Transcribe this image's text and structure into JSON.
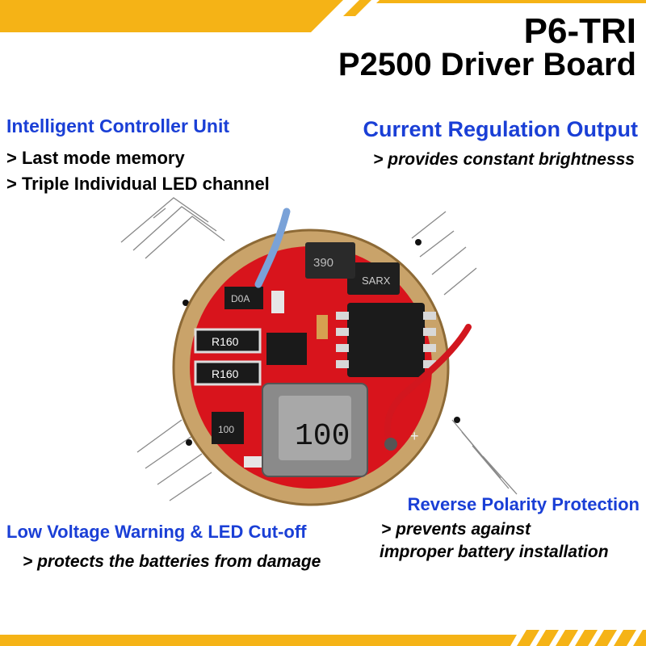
{
  "title": {
    "line1": "P6-TRI",
    "line2": "P2500 Driver Board"
  },
  "features": {
    "controller": {
      "heading": "Intelligent Controller Unit",
      "points": [
        "> Last mode memory",
        "> Triple Individual LED channel"
      ]
    },
    "regulation": {
      "heading": "Current Regulation Output",
      "points": [
        "> provides constant brightnesss"
      ]
    },
    "low_voltage": {
      "heading": "Low Voltage Warning & LED Cut-off",
      "points": [
        "> protects the batteries from damage"
      ]
    },
    "reverse": {
      "heading": "Reverse Polarity Protection",
      "points": [
        "> prevents against",
        "improper battery installation"
      ]
    }
  },
  "board_labels": {
    "inductor": "100",
    "resistor1": "R160",
    "resistor2": "R160",
    "transistor1": "D0A",
    "transistor2": "100",
    "ic_small": "SARX",
    "diode": "390",
    "plus": "+"
  },
  "colors": {
    "accent": "#f5b316",
    "heading": "#1a3fd6",
    "pcb": "#d8141c",
    "ring": "#c9a36a"
  }
}
